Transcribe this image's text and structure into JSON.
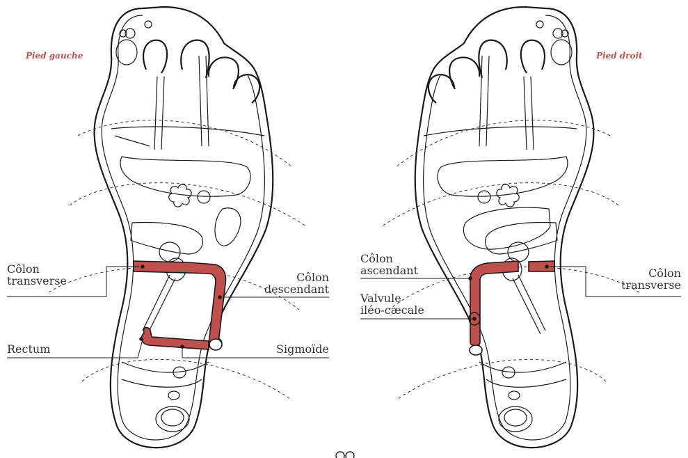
{
  "titles": {
    "left_foot": "Pied gauche",
    "right_foot": "Pied droit"
  },
  "left_labels": {
    "colon_transverse_1": "Côlon",
    "colon_transverse_2": "transverse",
    "colon_descendant_1": "Côlon",
    "colon_descendant_2": "descendant",
    "rectum": "Rectum",
    "sigmoide": "Sigmoïde"
  },
  "right_labels": {
    "colon_ascendant_1": "Côlon",
    "colon_ascendant_2": "ascendant",
    "valvule_1": "Valvule",
    "valvule_2": "iléo-cæcale",
    "colon_transverse_1": "Côlon",
    "colon_transverse_2": "transverse"
  },
  "colors": {
    "highlight_fill": "#c0504d",
    "outline": "#1a1a1a",
    "title": "#c0504d"
  }
}
